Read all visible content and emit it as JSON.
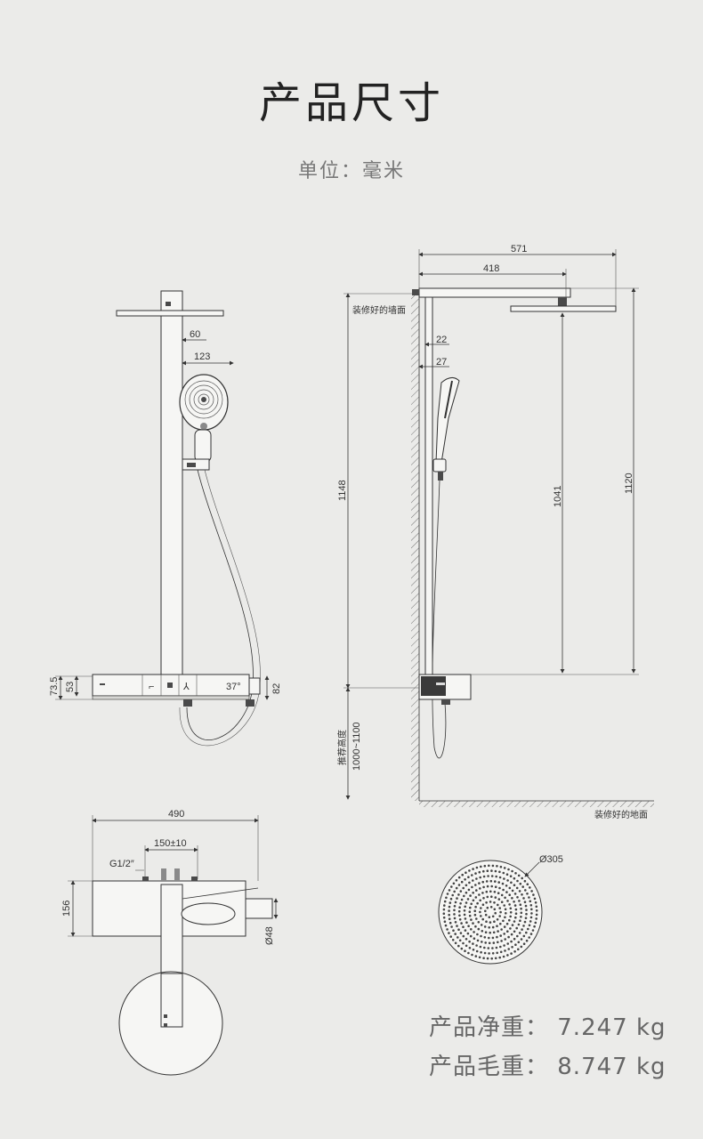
{
  "header": {
    "title": "产品尺寸",
    "unit": "单位：毫米"
  },
  "front_view": {
    "dims": {
      "d60": "60",
      "d123": "123",
      "d73_5": "73.5",
      "d53": "53",
      "d82": "82"
    },
    "panel": {
      "temp": "37°"
    }
  },
  "side_view": {
    "dims": {
      "d571": "571",
      "d418": "418",
      "d22": "22",
      "d27": "27",
      "d1148": "1148",
      "d1041": "1041",
      "d1120": "1120"
    },
    "wall_label": "装修好的墙面",
    "floor_label": "装修好的地面",
    "rec_height_label": "推荐高度",
    "rec_height_value": "1000~1100"
  },
  "top_view": {
    "dims": {
      "d490": "490",
      "d150": "150±10",
      "dG": "G1/2″",
      "d156": "156",
      "d48": "Ø48"
    }
  },
  "head_view": {
    "diameter": "Ø305"
  },
  "weights": {
    "net": "产品净重：  7.247 kg",
    "gross": "产品毛重：  8.747 kg"
  },
  "colors": {
    "background": "#ebebe9",
    "line": "#333333",
    "fill": "#4a4a4a"
  }
}
